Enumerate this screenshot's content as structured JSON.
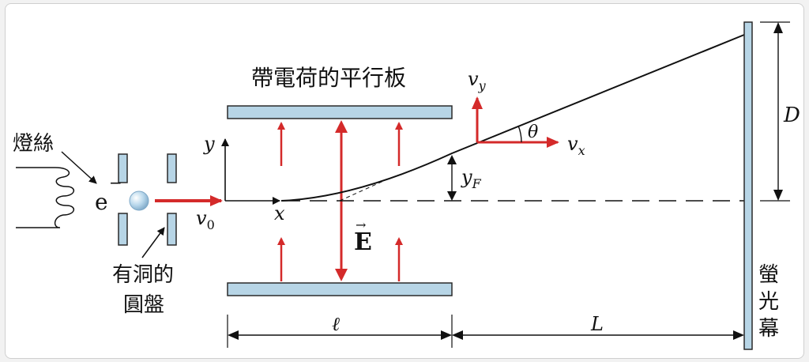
{
  "labels": {
    "plates_title": "帶電荷的平行板",
    "filament": "燈絲",
    "electron_symbol": "e",
    "electron_charge": "−",
    "disc_line1": "有洞的",
    "disc_line2": "圓盤",
    "screen_c1": "螢",
    "screen_c2": "光",
    "screen_c3": "幕",
    "v0_base": "v",
    "v0_sub": "0",
    "vy_base": "v",
    "vy_sub": "y",
    "vx_base": "v",
    "vx_sub": "x",
    "theta": "θ",
    "y_axis": "y",
    "x_axis": "x",
    "yF_base": "y",
    "yF_sub": "F",
    "field": "E",
    "field_vector_mark": "→",
    "dist_D": "D",
    "len_l": "ℓ",
    "len_L": "L"
  },
  "colors": {
    "plate_fill": "#b7d5e6",
    "plate_stroke": "#2a2a2a",
    "arrow_red": "#d42a2a",
    "line_black": "#111111",
    "electron": "#a9cde6"
  }
}
